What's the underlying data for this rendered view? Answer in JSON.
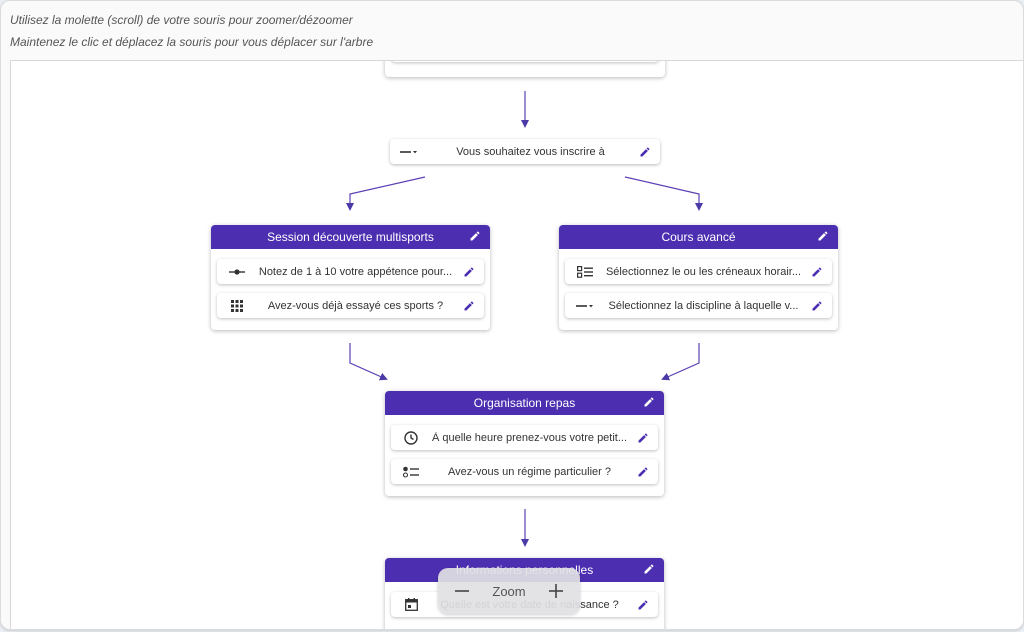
{
  "instructions": {
    "line1": "Utilisez la molette (scroll) de votre souris pour zoomer/dézoomer",
    "line2": "Maintenez le clic et déplacez la souris pour vous déplacer sur l'arbre"
  },
  "colors": {
    "accent": "#4c2fb0",
    "arrow": "#5b3fb5"
  },
  "tree": {
    "choice_node": {
      "icon": "dropdown-icon",
      "label": "Vous souhaitez vous inscrire à"
    },
    "session": {
      "title": "Session découverte multisports",
      "items": [
        {
          "icon": "slider-icon",
          "label": "Notez de 1 à 10 votre appétence pour..."
        },
        {
          "icon": "grid-icon",
          "label": "Avez-vous déjà essayé ces sports ?"
        }
      ]
    },
    "cours": {
      "title": "Cours avancé",
      "items": [
        {
          "icon": "checklist-icon",
          "label": "Sélectionnez le ou les créneaux horair..."
        },
        {
          "icon": "dropdown-icon",
          "label": "Sélectionnez la discipline à laquelle v..."
        }
      ]
    },
    "repas": {
      "title": "Organisation repas",
      "items": [
        {
          "icon": "clock-icon",
          "label": "À quelle heure prenez-vous votre petit..."
        },
        {
          "icon": "radio-list-icon",
          "label": "Avez-vous un régime particulier ?"
        }
      ]
    },
    "infos": {
      "title": "Informations personnelles",
      "items": [
        {
          "icon": "calendar-icon",
          "label": "Quelle est votre date de naissance ?"
        }
      ]
    }
  },
  "zoom": {
    "label": "Zoom",
    "minus": "−",
    "plus": "+"
  }
}
